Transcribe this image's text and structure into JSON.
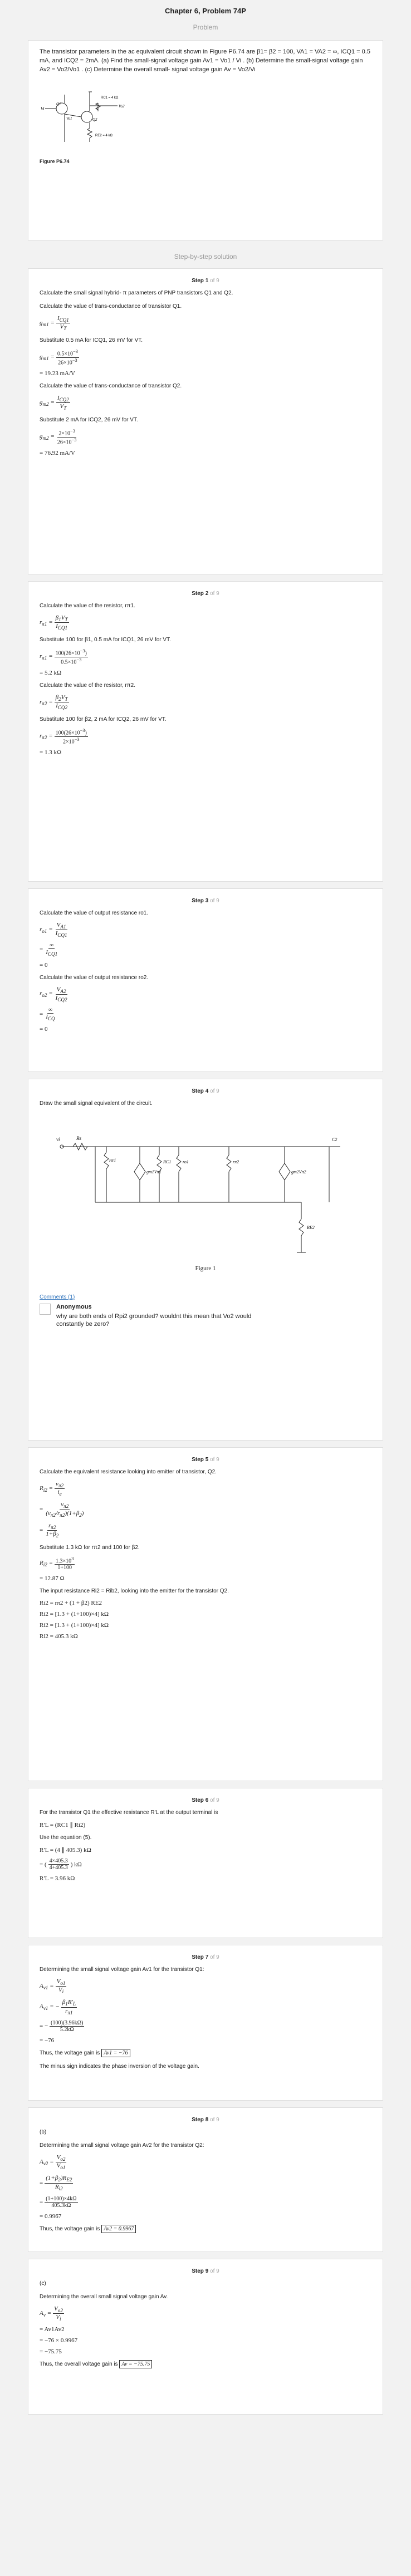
{
  "header": {
    "title": "Chapter 6, Problem 74P",
    "subtitle": "Problem"
  },
  "problem": {
    "text": "The transistor parameters in the ac equivalent circuit shown in Figure P6.74 are β1= β2 = 100, VA1 = VA2 = ∞, ICQ1 = 0.5 mA, and ICQ2 = 2mA. (a) Find the small-signal voltage gain Av1 = Vo1 / Vi . (b) Determine the small-signal voltage gain Av2 = Vo2/Vo1 . (c) Determine the overall small- signal voltage gain Av = Vo2/Vi",
    "figure_caption": "Figure P6.74",
    "labels": {
      "rc1": "RC1 = 4 kΩ",
      "re2": "RE2 = 4 kΩ",
      "vi": "Vi",
      "vo1": "Vo1",
      "vo2": "Vo2",
      "q1": "Q1",
      "q2": "Q2"
    }
  },
  "solution_header": "Step-by-step solution",
  "step_of": "of 9",
  "steps": {
    "s1": {
      "title": "Step 1",
      "l1": "Calculate the small signal hybrid- π parameters of PNP transistors Q1 and Q2.",
      "l2": "Calculate the value of trans-conductance of transistor Q1.",
      "l3": "Substitute 0.5 mA for ICQ1, 26 mV for VT.",
      "r1": "= 19.23 mA/V",
      "l4": "Calculate the value of trans-conductance of transistor Q2.",
      "l5": "Substitute 2 mA for ICQ2, 26 mV for VT.",
      "r2": "= 76.92 mA/V"
    },
    "s2": {
      "title": "Step 2",
      "l1": "Calculate the value of the resistor, rπ1.",
      "l2": "Substitute 100 for β1, 0.5 mA for ICQ1, 26 mV for VT.",
      "r1": "= 5.2 kΩ",
      "l3": "Calculate the value of the resistor, rπ2.",
      "l4": "Substitute 100 for β2, 2 mA for ICQ2, 26 mV for VT.",
      "r2": "= 1.3 kΩ"
    },
    "s3": {
      "title": "Step 3",
      "l1": "Calculate the value of output resistance ro1.",
      "r1": "= 0",
      "l2": "Calculate the value of output resistance ro2.",
      "r2": "= 0"
    },
    "s4": {
      "title": "Step 4",
      "l1": "Draw the small signal equivalent of the circuit.",
      "caption": "Figure 1"
    },
    "comments": {
      "link": "Comments (1)",
      "author": "Anonymous",
      "text": "why are both ends of Rpi2 grounded? wouldnt this mean that Vo2 would constantly be zero?"
    },
    "s5": {
      "title": "Step 5",
      "l1": "Calculate the equivalent resistance looking into emitter of transistor, Q2.",
      "l2": "Substitute 1.3 kΩ for rπ2 and 100 for β2.",
      "r1": "= 12.87 Ω",
      "l3": "The input resistance Ri2 = Rib2, looking into the emitter for the transistor Q2.",
      "e1": "Ri2 = rπ2 + (1 + β2) RE2",
      "e2": "Ri2 = [1.3 + (1+100)×4] kΩ",
      "e3": "Ri2 = [1.3 + (1+100)×4] kΩ",
      "e4": "Ri2 = 405.3 kΩ"
    },
    "s6": {
      "title": "Step 6",
      "l1": "For the transistor Q1 the effective resistance R′L at the output terminal is",
      "e1": "R′L = (RC1 ∥ Ri2)",
      "l2": "Use the equation (5).",
      "e2": "R′L = (4 ∥ 405.3) kΩ",
      "e4": "R′L = 3.96 kΩ"
    },
    "s7": {
      "title": "Step 7",
      "l1": "Determining the small signal voltage gain Av1 for the transistor Q1:",
      "r1": "= −76",
      "l2": "Thus, the voltage gain is",
      "ans": "Av1 = −76",
      "l3": "The minus sign indicates the phase inversion of the voltage gain."
    },
    "s8": {
      "title": "Step 8",
      "part": "(b)",
      "l1": "Determining the small signal voltage gain Av2 for the transistor Q2:",
      "r1": "= 0.9967",
      "l2": "Thus, the voltage gain is",
      "ans": "Av2 = 0.9967"
    },
    "s9": {
      "title": "Step 9",
      "part": "(c)",
      "l1": "Determining the overall small signal voltage gain Av.",
      "e1": "= Av1Av2",
      "e2": "= −76 × 0.9967",
      "e3": "= −75.75",
      "l2": "Thus, the overall voltage gain is",
      "ans": "Av = −75.75"
    }
  }
}
